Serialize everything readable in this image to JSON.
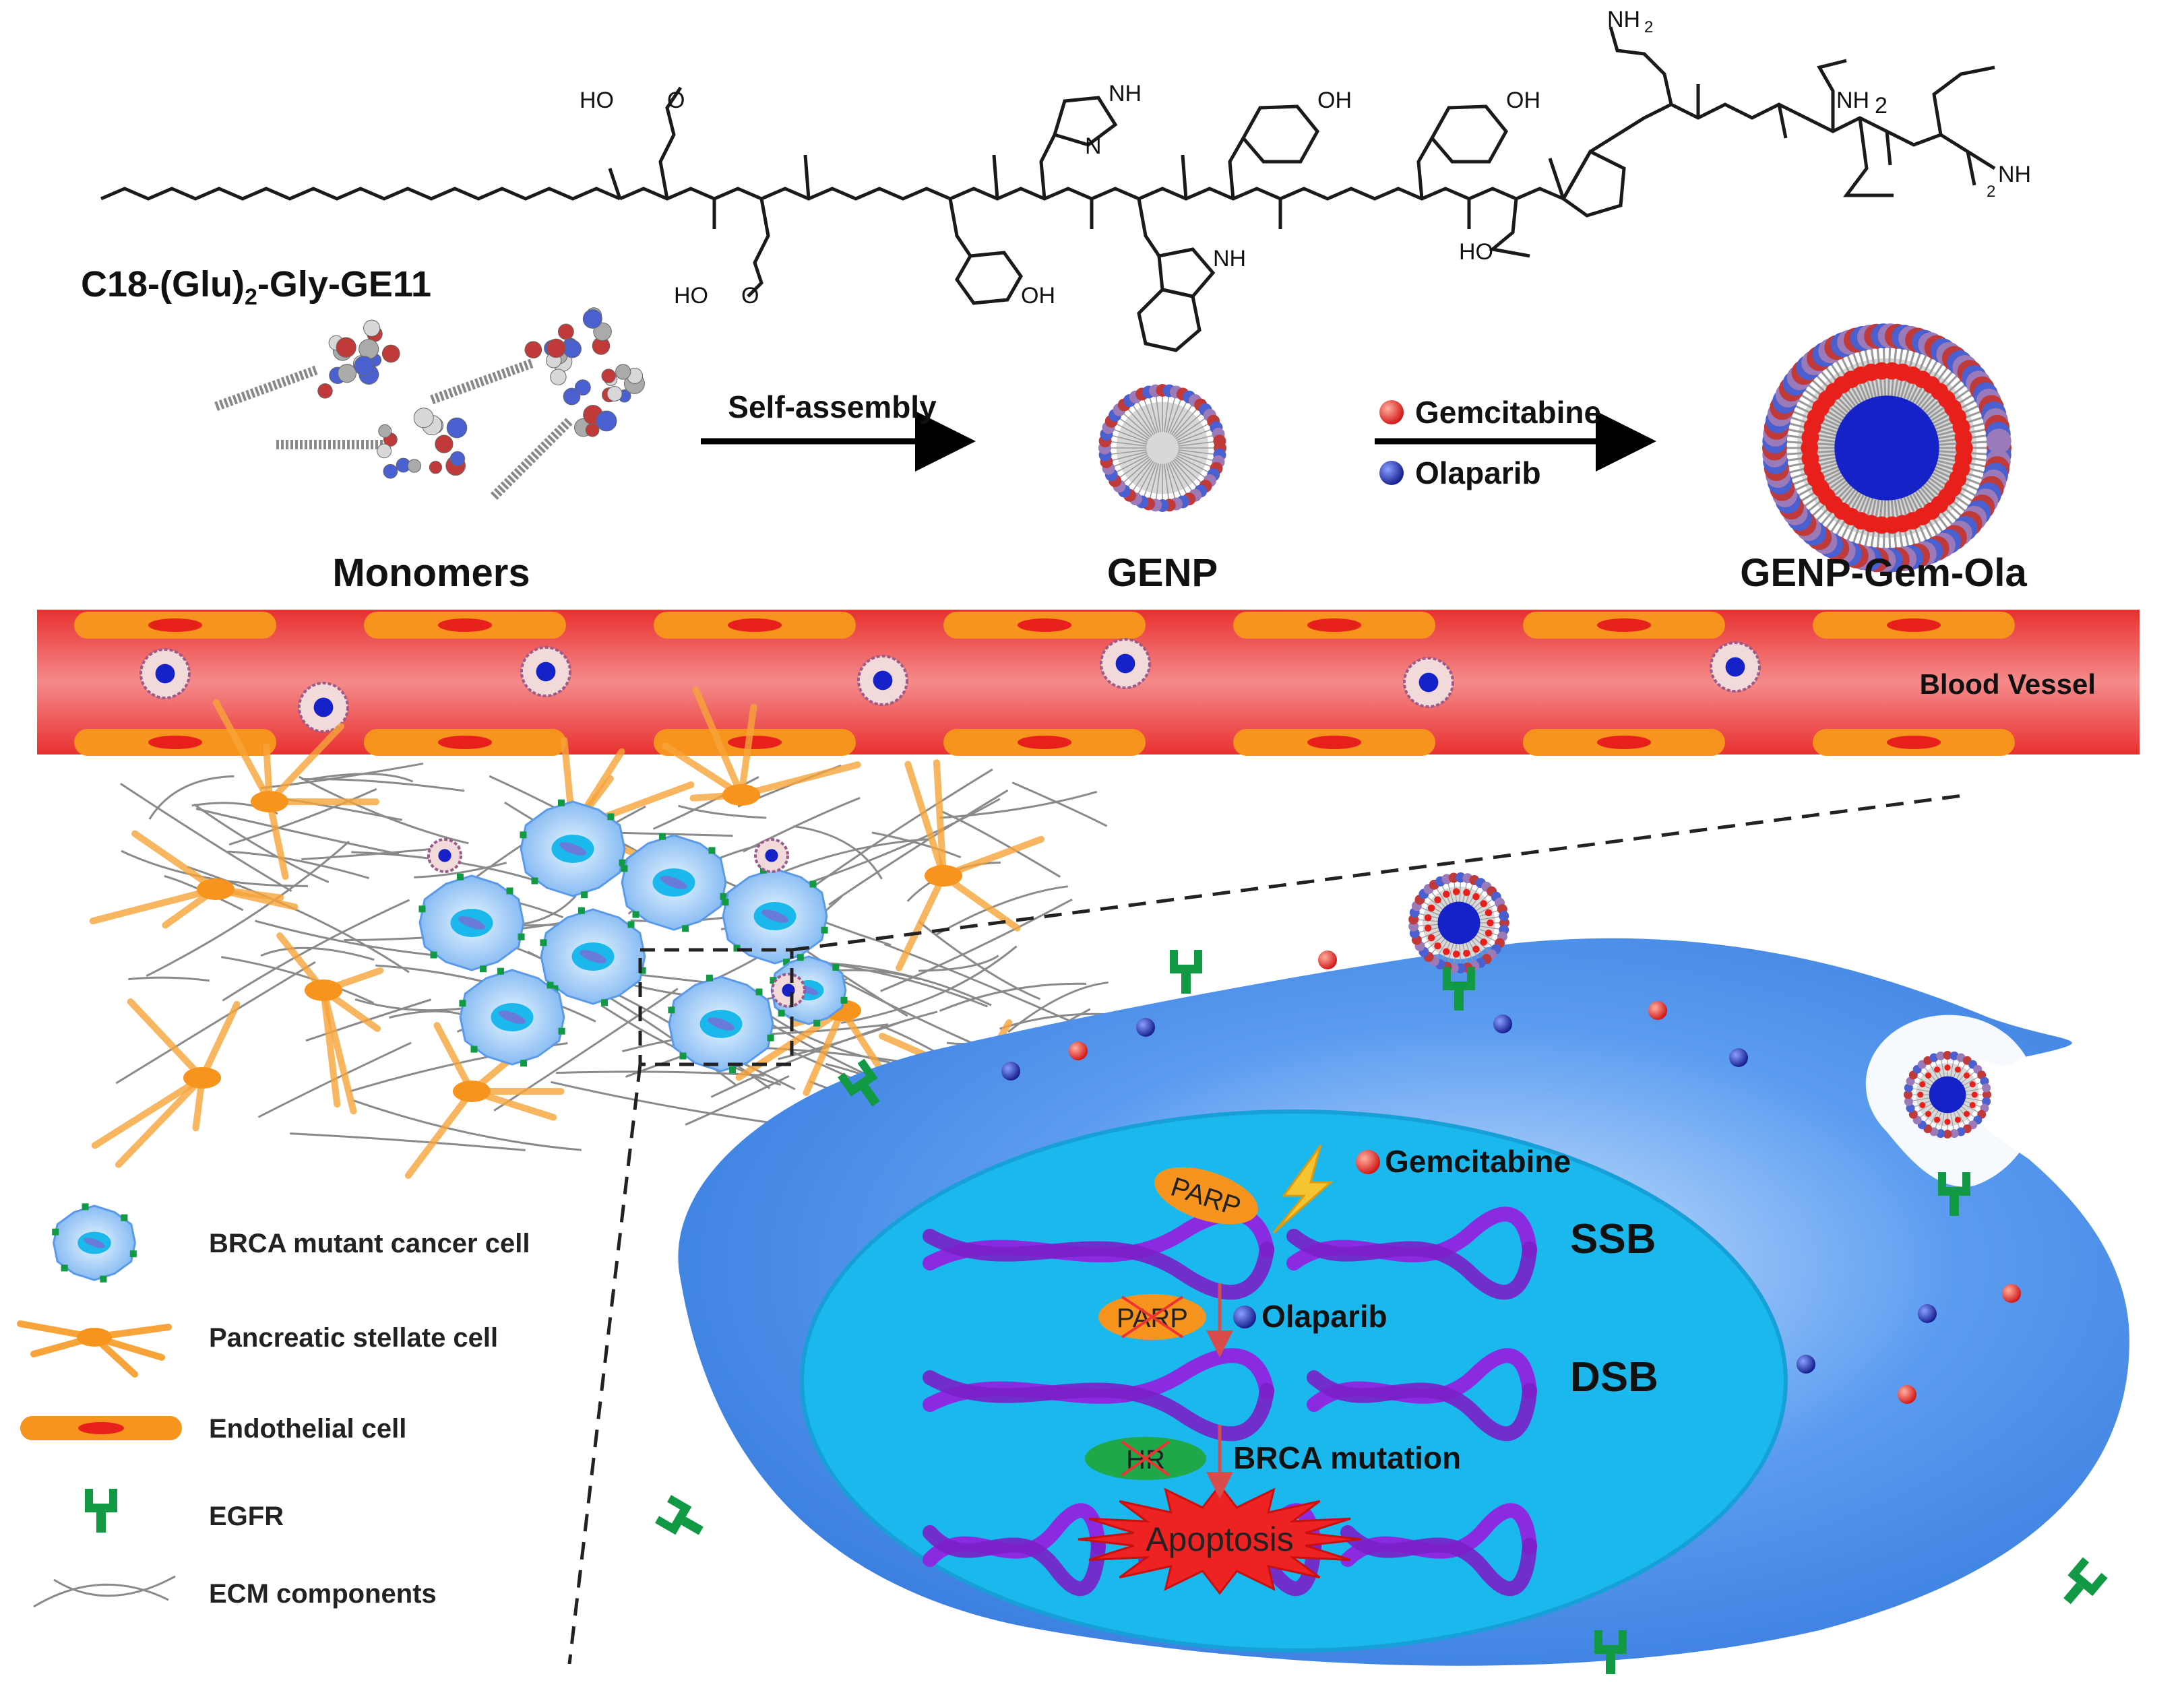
{
  "peptide": {
    "name_main": "C18-(Glu)",
    "name_sub": "2",
    "name_rest": "-Gly-GE11",
    "groups": {
      "ho_left_top": "HO",
      "o_left_top": "O",
      "ho_left_bottom": "HO",
      "o_left_bottom": "O",
      "nh_his": "NH",
      "n_his": "N",
      "oh_tyr1": "OH",
      "oh_tyr2": "OH",
      "oh_tyr_bottom": "OH",
      "nh_trp": "NH",
      "ho_thr": "HO",
      "nh2_gln": "NH",
      "nh2_gln_sub": "2",
      "nh2_asn": "NH",
      "nh2_asn_sub": "2",
      "nh2_end": "NH",
      "nh2_end_sub": "2"
    }
  },
  "assembly": {
    "monomers_label": "Monomers",
    "arrow1_label": "Self-assembly",
    "genp_label": "GENP",
    "drug1_label": "Gemcitabine",
    "drug2_label": "Olaparib",
    "loaded_label": "GENP-Gem-Ola"
  },
  "vessel": {
    "label": "Blood Vessel"
  },
  "legend": [
    {
      "label": "BRCA mutant cancer cell"
    },
    {
      "label": "Pancreatic stellate cell"
    },
    {
      "label": "Endothelial cell"
    },
    {
      "label": "EGFR"
    },
    {
      "label": "ECM components"
    }
  ],
  "mechanism": {
    "gemcitabine_label": "Gemcitabine",
    "parp_label": "PARP",
    "ssb_label": "SSB",
    "parp_inhibited_label": "PARP",
    "olaparib_label": "Olaparib",
    "dsb_label": "DSB",
    "hr_label": "HR",
    "brca_label": "BRCA mutation",
    "apoptosis_label": "Apoptosis"
  },
  "colors": {
    "gemcitabine": "#e8201c",
    "olaparib": "#1422c8",
    "vessel": "#ee3a3a",
    "endothelial": "#f7941d",
    "egfr": "#119944",
    "cell": "#4a8ee8",
    "nucleus": "#1ab8ec",
    "dna": "#8a2be2",
    "apoptosis": "#ee2222"
  }
}
